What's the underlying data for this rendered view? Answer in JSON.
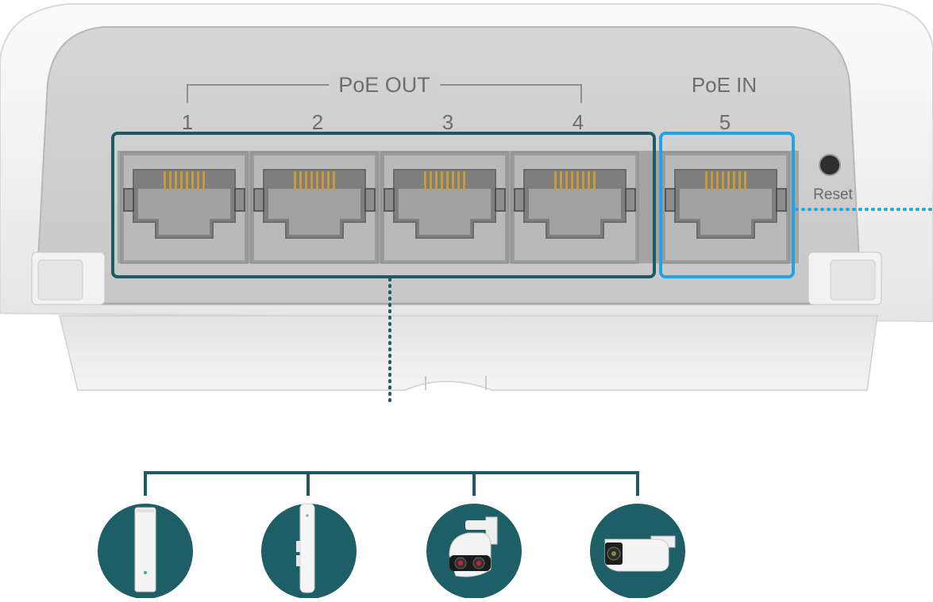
{
  "labels": {
    "poe_out": "PoE OUT",
    "poe_in": "PoE IN",
    "reset": "Reset"
  },
  "ports": [
    {
      "number": "1",
      "group": "poe_out"
    },
    {
      "number": "2",
      "group": "poe_out"
    },
    {
      "number": "3",
      "group": "poe_out"
    },
    {
      "number": "4",
      "group": "poe_out"
    },
    {
      "number": "5",
      "group": "poe_in"
    }
  ],
  "connected_devices": [
    {
      "icon": "ceiling-access-point-icon"
    },
    {
      "icon": "outdoor-access-point-icon"
    },
    {
      "icon": "dual-lens-camera-icon"
    },
    {
      "icon": "bullet-camera-icon"
    }
  ],
  "colors": {
    "poe_out_highlight": "#1e5a66",
    "poe_in_highlight": "#23a3e5",
    "device_circle": "#1d5e67",
    "housing": "#f3f3f3",
    "panel": "#d2d2d2"
  }
}
